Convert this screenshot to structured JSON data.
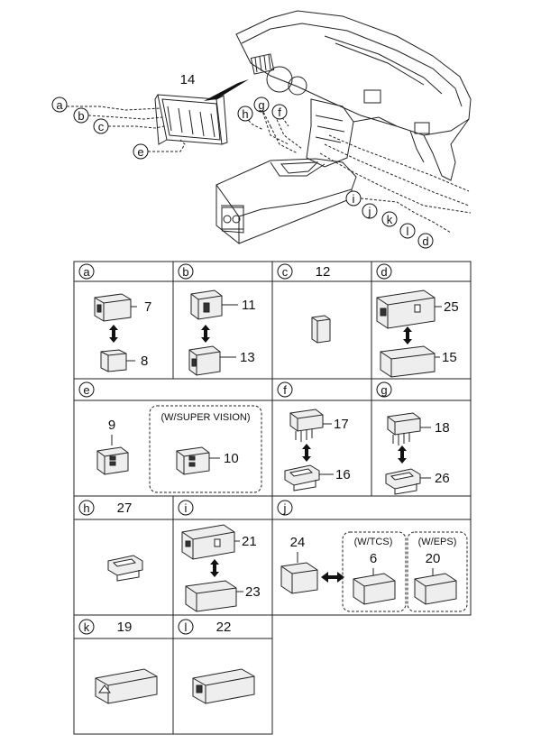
{
  "callouts": {
    "a": "a",
    "b": "b",
    "c": "c",
    "d": "d",
    "e": "e",
    "f": "f",
    "g": "g",
    "h": "h",
    "i": "i",
    "j": "j",
    "k": "k",
    "l": "l"
  },
  "overview": {
    "part14": "14"
  },
  "cells": {
    "a": {
      "letter": "a",
      "upper": "7",
      "lower": "8"
    },
    "b": {
      "letter": "b",
      "upper": "11",
      "lower": "13"
    },
    "c": {
      "letter": "c",
      "part": "12"
    },
    "d": {
      "letter": "d",
      "upper": "25",
      "lower": "15"
    },
    "e": {
      "letter": "e",
      "part_left": "9",
      "variant_note": "(W/SUPER VISION)",
      "part_variant": "10"
    },
    "f": {
      "letter": "f",
      "upper": "17",
      "lower": "16"
    },
    "g": {
      "letter": "g",
      "upper": "18",
      "lower": "26"
    },
    "h": {
      "letter": "h",
      "part": "27"
    },
    "i": {
      "letter": "i",
      "upper": "21",
      "lower": "23"
    },
    "j": {
      "letter": "j",
      "part_left": "24",
      "tcs_note": "(W/TCS)",
      "tcs_part": "6",
      "eps_note": "(W/EPS)",
      "eps_part": "20"
    },
    "k": {
      "letter": "k",
      "part": "19"
    },
    "l": {
      "letter": "l",
      "part": "22"
    }
  }
}
